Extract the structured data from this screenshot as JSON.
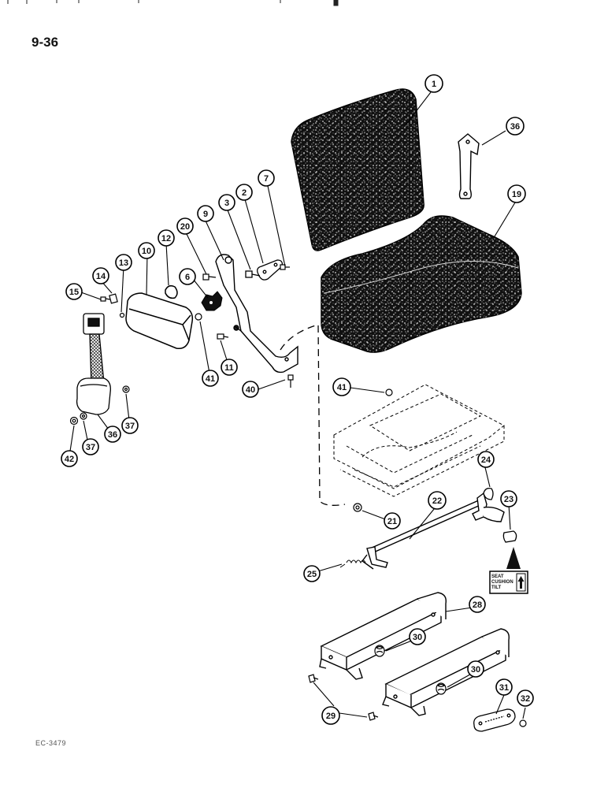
{
  "page": {
    "number": "9-36",
    "footer_code": "EC-3479"
  },
  "decal": {
    "lines": [
      "SEAT",
      "CUSHION",
      "TILT"
    ]
  },
  "callouts": [
    {
      "id": "c1",
      "label": "1"
    },
    {
      "id": "c36a",
      "label": "36"
    },
    {
      "id": "c19",
      "label": "19"
    },
    {
      "id": "c7",
      "label": "7"
    },
    {
      "id": "c2",
      "label": "2"
    },
    {
      "id": "c3",
      "label": "3"
    },
    {
      "id": "c9",
      "label": "9"
    },
    {
      "id": "c20",
      "label": "20"
    },
    {
      "id": "c12",
      "label": "12"
    },
    {
      "id": "c10",
      "label": "10"
    },
    {
      "id": "c13",
      "label": "13"
    },
    {
      "id": "c14",
      "label": "14"
    },
    {
      "id": "c15",
      "label": "15"
    },
    {
      "id": "c6",
      "label": "6"
    },
    {
      "id": "c11",
      "label": "11"
    },
    {
      "id": "c41a",
      "label": "41"
    },
    {
      "id": "c40",
      "label": "40"
    },
    {
      "id": "c41b",
      "label": "41"
    },
    {
      "id": "c37a",
      "label": "37"
    },
    {
      "id": "c36b",
      "label": "36"
    },
    {
      "id": "c37b",
      "label": "37"
    },
    {
      "id": "c42",
      "label": "42"
    },
    {
      "id": "c24",
      "label": "24"
    },
    {
      "id": "c22",
      "label": "22"
    },
    {
      "id": "c23",
      "label": "23"
    },
    {
      "id": "c21",
      "label": "21"
    },
    {
      "id": "c25",
      "label": "25"
    },
    {
      "id": "c28",
      "label": "28"
    },
    {
      "id": "c30a",
      "label": "30"
    },
    {
      "id": "c30b",
      "label": "30"
    },
    {
      "id": "c31",
      "label": "31"
    },
    {
      "id": "c32",
      "label": "32"
    },
    {
      "id": "c29",
      "label": "29"
    }
  ]
}
